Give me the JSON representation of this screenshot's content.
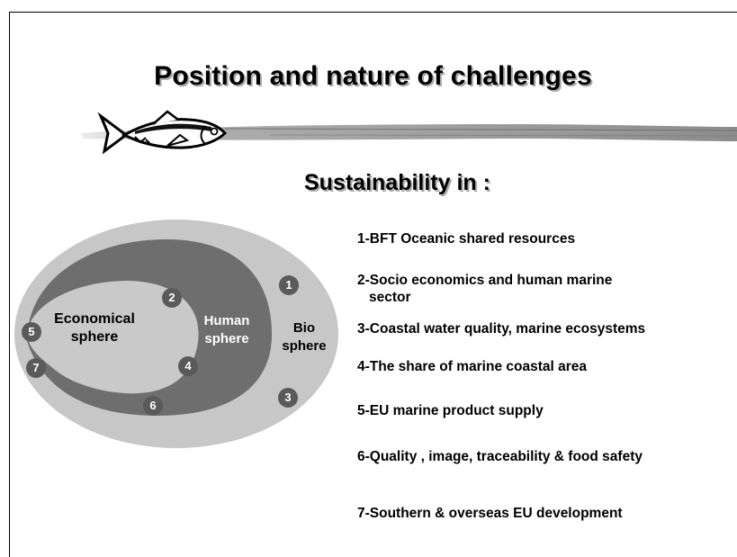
{
  "title": "Position and nature of challenges",
  "subtitle": "Sustainability in :",
  "spheres": {
    "economical": "Economical sphere",
    "economical_line1": "Economical",
    "economical_line2": "sphere",
    "human_line1": "Human",
    "human_line2": "sphere",
    "bio_line1": "Bio",
    "bio_line2": "sphere"
  },
  "badges": [
    "1",
    "2",
    "3",
    "4",
    "5",
    "6",
    "7"
  ],
  "challenges": [
    "1-BFT Oceanic shared resources",
    "2-Socio economics and human marine",
    "sector",
    "3-Coastal water quality, marine ecosystems",
    "4-The share of marine coastal area",
    "5-EU marine product supply",
    "6-Quality , image, traceability & food safety",
    "7-Southern & overseas EU development"
  ],
  "colors": {
    "bio_sphere": "#c7c7c7",
    "human_sphere": "#6e6e6e",
    "economical_sphere": "#c9c9c9",
    "badge": "#5a5a5a",
    "text": "#000000"
  },
  "icons": [
    "tuna-fish-icon",
    "brush-stroke-divider"
  ]
}
